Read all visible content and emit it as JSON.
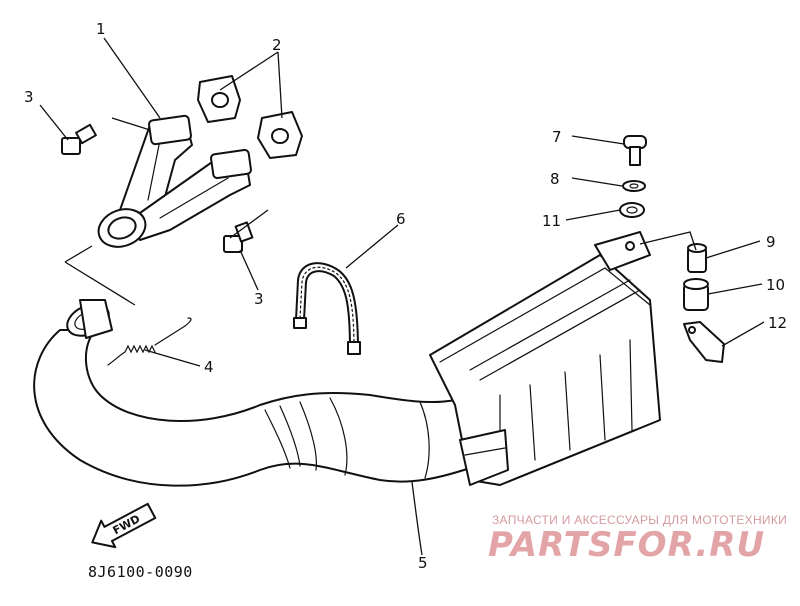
{
  "diagram": {
    "callouts": [
      {
        "id": "c1",
        "label": "1"
      },
      {
        "id": "c2",
        "label": "2"
      },
      {
        "id": "c3a",
        "label": "3"
      },
      {
        "id": "c3b",
        "label": "3"
      },
      {
        "id": "c4",
        "label": "4"
      },
      {
        "id": "c5",
        "label": "5"
      },
      {
        "id": "c6",
        "label": "6"
      },
      {
        "id": "c7",
        "label": "7"
      },
      {
        "id": "c8",
        "label": "8"
      },
      {
        "id": "c9",
        "label": "9"
      },
      {
        "id": "c10",
        "label": "10"
      },
      {
        "id": "c11",
        "label": "11"
      },
      {
        "id": "c12",
        "label": "12"
      }
    ],
    "part_code": "8J6100-0090",
    "direction_arrow": {
      "icon": "fwd-arrow-icon",
      "label": "FWD"
    }
  },
  "watermark": {
    "tagline": "ЗАПЧАСТИ И АКСЕССУАРЫ ДЛЯ МОТОТЕХНИКИ",
    "brand": "PARTSFOR.RU",
    "color": "#e3a4a8"
  }
}
